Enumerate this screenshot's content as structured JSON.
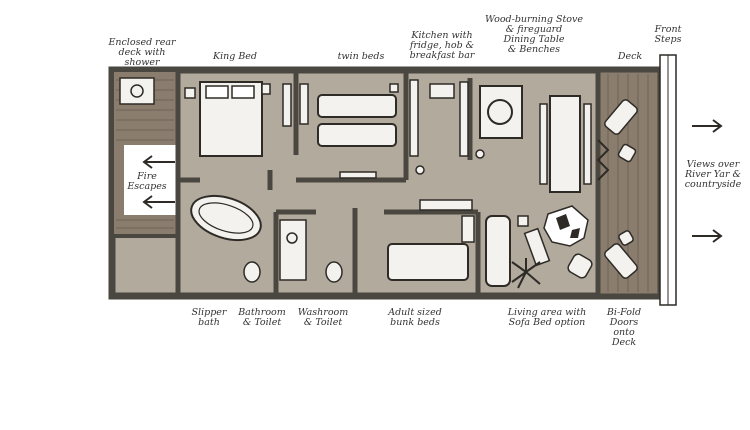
{
  "labels": {
    "rear_deck": "Enclosed rear\ndeck with shower",
    "king_bed": "King Bed",
    "twin_beds": "twin beds",
    "kitchen": "Kitchen with\nfridge, hob &\nbreakfast bar",
    "stove": "Wood-burning Stove\n& fireguard\nDining Table\n& Benches",
    "deck": "Deck",
    "front_steps": "Front\nSteps",
    "views": "Views over\nRiver Yar &\ncountryside",
    "fire_escapes": "Fire\nEscapes",
    "slipper_bath": "Slipper\nbath",
    "bathroom": "Bathroom\n& Toilet",
    "washroom": "Washroom\n& Toilet",
    "bunk_beds": "Adult sized\nbunk beds",
    "living_area": "Living area with\nSofa Bed option",
    "bifold": "Bi-Fold\nDoors\nonto\nDeck"
  },
  "colors": {
    "wall": "#4a4640",
    "floor": "#b3aa9e",
    "deck_wood": "#8a7d6d",
    "furniture": "#f4f2ee",
    "stroke": "#2e2b27"
  }
}
